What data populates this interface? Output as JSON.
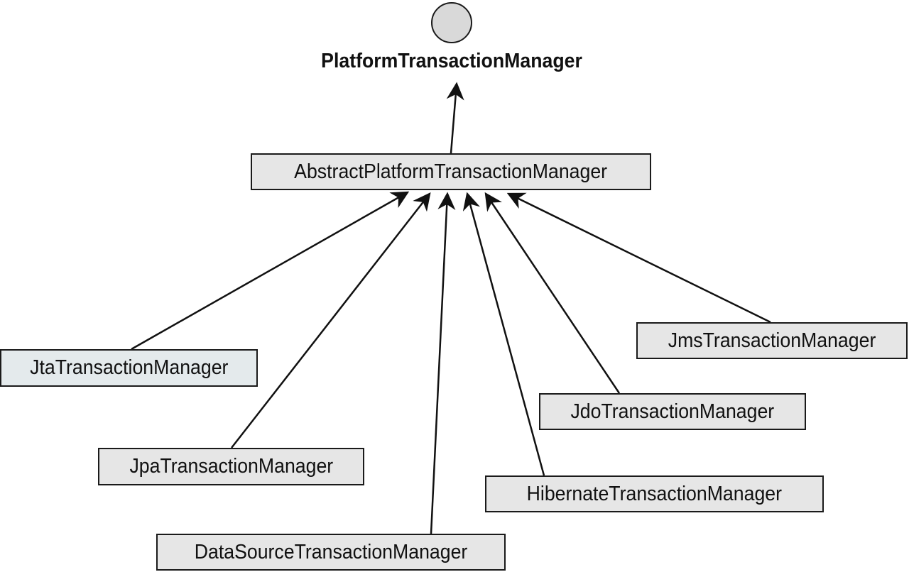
{
  "diagram": {
    "interface": {
      "label": "PlatformTransactionManager"
    },
    "abstract_class": {
      "label": "AbstractPlatformTransactionManager"
    },
    "implementations": [
      {
        "label": "JtaTransactionManager"
      },
      {
        "label": "JpaTransactionManager"
      },
      {
        "label": "DataSourceTransactionManager"
      },
      {
        "label": "HibernateTransactionManager"
      },
      {
        "label": "JdoTransactionManager"
      },
      {
        "label": "JmsTransactionManager"
      }
    ],
    "colors": {
      "box_fill": "#e6e6e6",
      "highlight_box_fill": "#e4eaec",
      "circle_fill": "#d9d9d9",
      "stroke": "#1a1a1a"
    }
  }
}
